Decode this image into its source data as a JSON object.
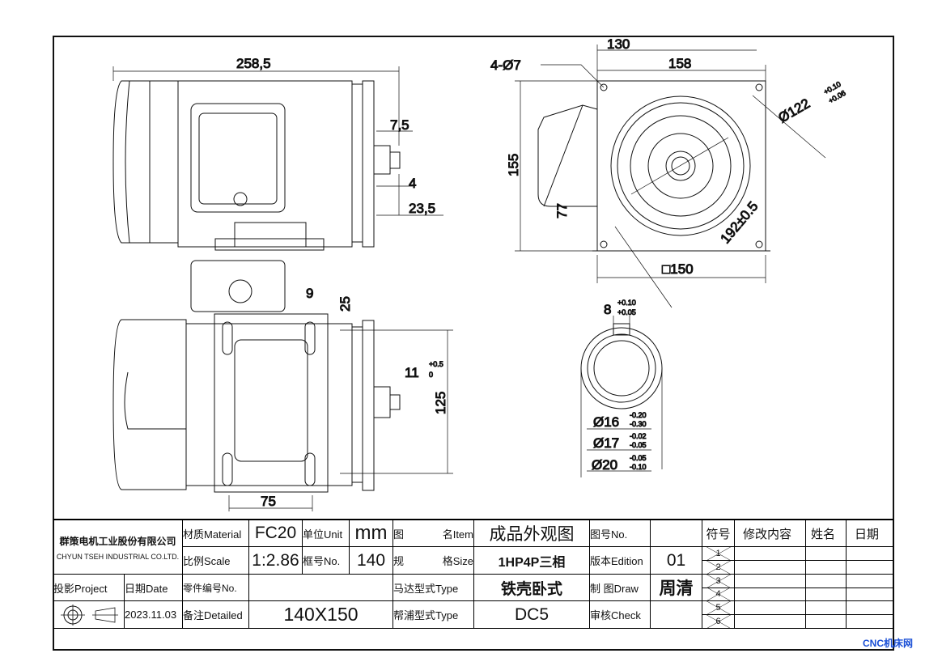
{
  "dims": {
    "overall_length": "258,5",
    "d75a": "7,5",
    "d4": "4",
    "d235": "23,5",
    "d9": "9",
    "d25": "25",
    "d11": "11",
    "d11_tol_up": "+0.5",
    "d11_tol_low": "0",
    "d125": "125",
    "d75": "75",
    "holes": "4-Ø7",
    "d130": "130",
    "d158": "158",
    "d155": "155",
    "d77": "77",
    "d122": "Ø122",
    "d122_tol_up": "+0.10",
    "d122_tol_low": "+0.06",
    "d192": "192±0.5",
    "sq150": "□150",
    "key8": "8",
    "key8_tol_up": "+0.10",
    "key8_tol_low": "+0.05",
    "d16": "Ø16",
    "d16_tol_up": "-0.20",
    "d16_tol_low": "-0.30",
    "d17": "Ø17",
    "d17_tol_up": "-0.02",
    "d17_tol_low": "-0.05",
    "d20": "Ø20",
    "d20_tol_up": "-0.05",
    "d20_tol_low": "-0.10"
  },
  "title_block": {
    "company_cn": "群策电机工业股份有限公司",
    "company_en": "CHYUN TSEH INDUSTRIAL CO.LTD.",
    "material_label": "材质Material",
    "material": "FC20",
    "unit_label": "单位Unit",
    "unit": "mm",
    "item_label_a": "图",
    "item_label_b": "名Item",
    "item": "成品外观图",
    "drawing_no_label": "图号No.",
    "scale_label": "比例Scale",
    "scale": "1:2.86",
    "frame_label": "框号No.",
    "frame": "140",
    "size_label_a": "规",
    "size_label_b": "格Size",
    "size": "1HP4P三相",
    "edition_label": "版本Edition",
    "edition": "01",
    "project_label": "投影Project",
    "date_label": "日期Date",
    "part_no_label": "零件编号No.",
    "motor_type_label": "马达型式Type",
    "motor_type": "铁壳卧式",
    "draw_label": "制 图Draw",
    "draw": "周清",
    "date": "2023.11.03",
    "detail_label": "备注Detailed",
    "detail": "140X150",
    "pump_type_label": "帮浦型式Type",
    "pump_type": "DC5",
    "check_label": "审核Check",
    "rev_headers": [
      "符号",
      "修改内容",
      "姓名",
      "日期"
    ],
    "rev_symbols": [
      "1",
      "2",
      "3",
      "4",
      "5",
      "6"
    ]
  },
  "watermark": "CNC机床网"
}
